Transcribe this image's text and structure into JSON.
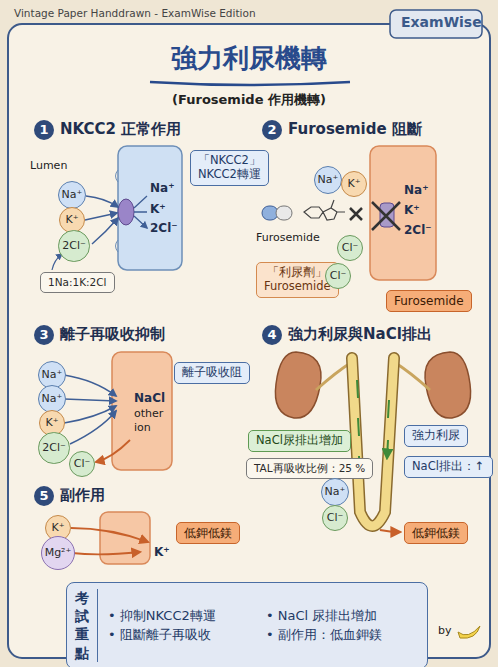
{
  "diagram": {
    "title": "強力利尿機轉",
    "nodes": [
      {
        "text": [
          "Na⁺"
        ]
      },
      {
        "text": [
          "K⁺"
        ]
      },
      {
        "text": [
          "2Cl⁻"
        ]
      },
      {
        "text": [
          "「NKCC2」",
          "NKCC2轉運"
        ]
      },
      {
        "text": [
          "1Na:1K:2Cl"
        ]
      },
      {
        "text": [
          "Na⁺"
        ]
      },
      {
        "text": [
          "K⁺"
        ]
      },
      {
        "text": [
          "Cl⁻"
        ]
      },
      {
        "text": [
          "「利尿劑」",
          "Furosemide"
        ]
      },
      {
        "text": [
          "Cl⁻"
        ]
      },
      {
        "text": [
          "Furosemide"
        ]
      },
      {
        "text": [
          "Na⁺"
        ]
      },
      {
        "text": [
          "Na⁺"
        ]
      },
      {
        "text": [
          "K⁺"
        ]
      },
      {
        "text": [
          "2Cl⁻"
        ]
      },
      {
        "text": [
          "Cl⁻"
        ]
      },
      {
        "text": [
          "離子吸收阻"
        ]
      },
      {
        "text": [
          "NaCl尿排出增加"
        ]
      },
      {
        "text": [
          "強力利尿"
        ]
      },
      {
        "text": [
          "TAL再吸收比例：25 %"
        ]
      },
      {
        "text": [
          "NaCl排出：↑"
        ]
      },
      {
        "text": [
          "Na⁺"
        ]
      },
      {
        "text": [
          "Cl⁻"
        ]
      },
      {
        "text": [
          "低鉀低鎂"
        ]
      },
      {
        "text": [
          "K⁺"
        ]
      },
      {
        "text": [
          "Mg²⁺"
        ]
      },
      {
        "text": [
          "低鉀低鎂"
        ]
      },
      {
        "text": [
          "考試 重點",
          "• 抑制NKCC2轉運",
          "• NaCl 尿排出增加",
          "• 阻斷離子再吸收",
          "• 副作用：低血鉀鎂"
        ]
      }
    ],
    "labels": [
      "Vintage Paper Handdrawn - ExamWise Edition",
      "ExamWise",
      "(Furosemide 作用機轉)",
      "1",
      "NKCC2 正常作用",
      "2",
      "Furosemide 阻斷",
      "Lumen",
      "Na⁺",
      "K⁺",
      "2Cl⁻",
      "Furosemide",
      "Na⁺",
      "K⁺",
      "2Cl⁻",
      "3",
      "離子再吸收抑制",
      "4",
      "強力利尿與NaCl排出",
      "NaCl",
      "other",
      "ion",
      "5",
      "副作用",
      "K⁺",
      "by"
    ]
  }
}
